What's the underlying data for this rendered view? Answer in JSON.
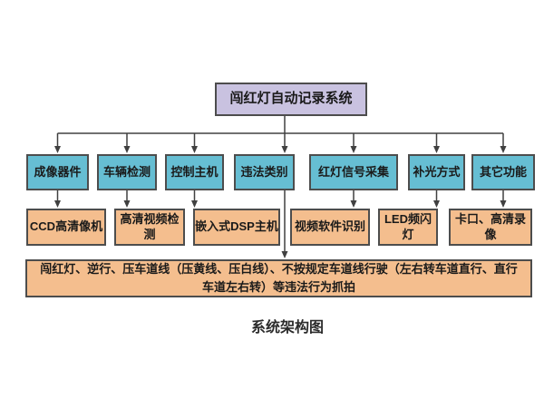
{
  "diagram": {
    "title": "闯红灯自动记录系统",
    "caption": "系统架构图",
    "layer2": [
      {
        "label": "成像器件"
      },
      {
        "label": "车辆检测"
      },
      {
        "label": "控制主机"
      },
      {
        "label": "违法类别"
      },
      {
        "label": "红灯信号采集"
      },
      {
        "label": "补光方式"
      },
      {
        "label": "其它功能"
      }
    ],
    "layer3": [
      {
        "label": "CCD高清像机"
      },
      {
        "label": "高清视频检测"
      },
      {
        "label": "嵌入式DSP主机"
      },
      {
        "label": "视频软件识别"
      },
      {
        "label": "LED频闪灯"
      },
      {
        "label": "卡口、高清录像"
      }
    ],
    "violation_note": "闯红灯、逆行、压车道线（压黄线、压白线）、不按规定车道线行驶（左右转车道直行、直行车道左右转）等违法行为抓拍",
    "colors": {
      "root_fill": "#c9c2e0",
      "module_fill": "#66bed3",
      "device_fill": "#f4be8e",
      "box_border": "#4d4d4d",
      "connector": "#404040",
      "text": "#1a1a1a",
      "background": "#ffffff"
    }
  }
}
